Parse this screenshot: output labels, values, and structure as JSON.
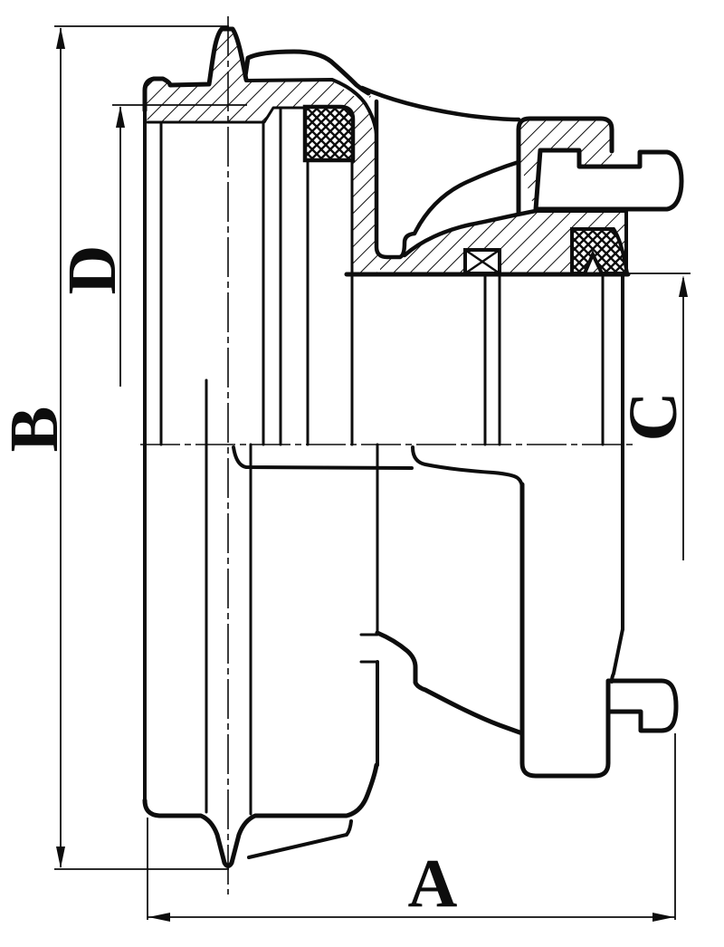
{
  "figure": {
    "type": "technical-drawing",
    "description": "Half-section engineering drawing of a hose coupling (hose tail with serrated collar, swivel head with lugs, rubber seal gaskets shown cross-hatched)",
    "background_color": "#ffffff",
    "line_color": "#0d0d0d"
  },
  "dimensions": {
    "a": {
      "label": "A",
      "orientation": "horizontal",
      "position": "bottom"
    },
    "b": {
      "label": "B",
      "orientation": "vertical",
      "position": "left-outer"
    },
    "c": {
      "label": "C",
      "orientation": "vertical",
      "position": "right"
    },
    "d": {
      "label": "D",
      "orientation": "vertical",
      "position": "left-inner"
    }
  }
}
